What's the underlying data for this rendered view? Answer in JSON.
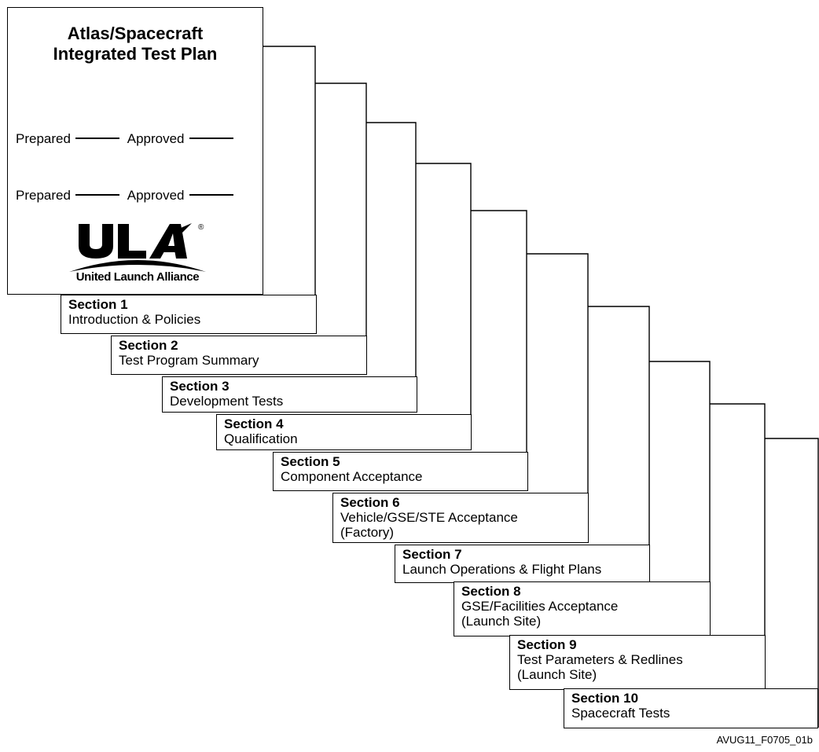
{
  "cover": {
    "title": "Atlas/Spacecraft\nIntegrated Test Plan",
    "signatures": [
      {
        "prepared": "Prepared",
        "approved": "Approved"
      },
      {
        "prepared": "Prepared",
        "approved": "Approved"
      }
    ],
    "logo": {
      "mark": "ULA",
      "name": "United Launch Alliance",
      "registered": "®"
    }
  },
  "sections": [
    {
      "number": "Section 1",
      "title": "Introduction & Policies"
    },
    {
      "number": "Section 2",
      "title": "Test Program Summary"
    },
    {
      "number": "Section 3",
      "title": "Development Tests"
    },
    {
      "number": "Section 4",
      "title": "Qualification"
    },
    {
      "number": "Section 5",
      "title": "Component Acceptance"
    },
    {
      "number": "Section 6",
      "title": "Vehicle/GSE/STE Acceptance\n(Factory)"
    },
    {
      "number": "Section 7",
      "title": "Launch Operations & Flight Plans"
    },
    {
      "number": "Section 8",
      "title": "GSE/Facilities Acceptance\n(Launch Site)"
    },
    {
      "number": "Section 9",
      "title": "Test Parameters & Redlines\n(Launch Site)"
    },
    {
      "number": "Section 10",
      "title": "Spacecraft Tests"
    }
  ],
  "figure_id": "AVUG11_F0705_01b"
}
